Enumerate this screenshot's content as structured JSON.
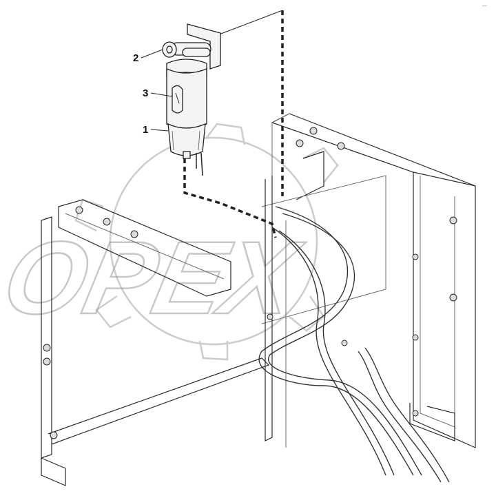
{
  "diagram": {
    "watermark": "OPEX",
    "corner_mark": "—",
    "callouts": [
      {
        "id": "callout-1",
        "label": "1"
      },
      {
        "id": "callout-2",
        "label": "2"
      },
      {
        "id": "callout-3",
        "label": "3"
      }
    ]
  },
  "colors": {
    "line": "#2a2a2a",
    "watermark": "#9a9a9a",
    "background": "#ffffff"
  }
}
